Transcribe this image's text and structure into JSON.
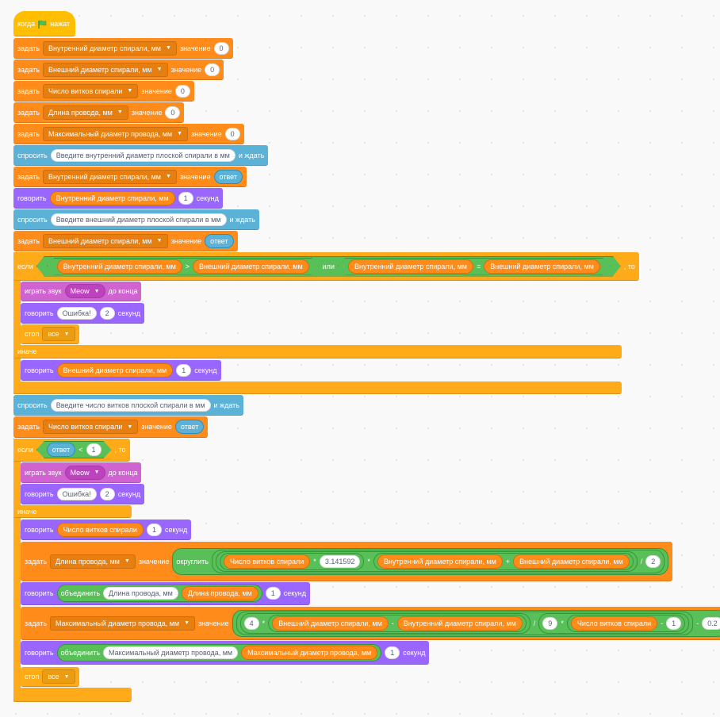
{
  "colors": {
    "events": "#ffbf00",
    "variables": "#ff8c1a",
    "sensing": "#5cb1d6",
    "looks": "#9966ff",
    "sound": "#cf63cf",
    "control": "#ffab19",
    "operators": "#59c059",
    "variables_dark": "#e67e10",
    "sound_dark": "#bd42bd",
    "control_dark": "#ec9c13"
  },
  "script": [
    {
      "cat": "events",
      "tokens": [
        {
          "t": "L",
          "v": "когда"
        },
        {
          "t": "flag",
          "icon": "green-flag-icon"
        },
        {
          "t": "L",
          "v": "нажат"
        }
      ]
    },
    {
      "cat": "variables",
      "tokens": [
        {
          "t": "L",
          "v": "задать"
        },
        {
          "t": "DD",
          "v": "Внутренний диаметр спирали, мм"
        },
        {
          "t": "L",
          "v": "значение"
        },
        {
          "t": "N",
          "v": "0"
        }
      ]
    },
    {
      "cat": "variables",
      "tokens": [
        {
          "t": "L",
          "v": "задать"
        },
        {
          "t": "DD",
          "v": "Внешний диаметр спирали, мм"
        },
        {
          "t": "L",
          "v": "значение"
        },
        {
          "t": "N",
          "v": "0"
        }
      ]
    },
    {
      "cat": "variables",
      "tokens": [
        {
          "t": "L",
          "v": "задать"
        },
        {
          "t": "DD",
          "v": "Число витков спирали"
        },
        {
          "t": "L",
          "v": "значение"
        },
        {
          "t": "N",
          "v": "0"
        }
      ]
    },
    {
      "cat": "variables",
      "tokens": [
        {
          "t": "L",
          "v": "задать"
        },
        {
          "t": "DD",
          "v": "Длина провода, мм"
        },
        {
          "t": "L",
          "v": "значение"
        },
        {
          "t": "N",
          "v": "0"
        }
      ]
    },
    {
      "cat": "variables",
      "tokens": [
        {
          "t": "L",
          "v": "задать"
        },
        {
          "t": "DD",
          "v": "Максимальный диаметр провода, мм"
        },
        {
          "t": "L",
          "v": "значение"
        },
        {
          "t": "N",
          "v": "0"
        }
      ]
    },
    {
      "cat": "sensing",
      "tokens": [
        {
          "t": "L",
          "v": "спросить"
        },
        {
          "t": "T",
          "v": "Введите внутренний диаметр плоской спирали в мм"
        },
        {
          "t": "L",
          "v": "и ждать"
        }
      ]
    },
    {
      "cat": "variables",
      "tokens": [
        {
          "t": "L",
          "v": "задать"
        },
        {
          "t": "DD",
          "v": "Внутренний диаметр спирали, мм"
        },
        {
          "t": "L",
          "v": "значение"
        },
        {
          "t": "R",
          "v": "ответ"
        }
      ]
    },
    {
      "cat": "looks",
      "tokens": [
        {
          "t": "L",
          "v": "говорить"
        },
        {
          "t": "V",
          "v": "Внутренний диаметр спирали, мм"
        },
        {
          "t": "N",
          "v": "1"
        },
        {
          "t": "L",
          "v": "секунд"
        }
      ]
    },
    {
      "cat": "sensing",
      "tokens": [
        {
          "t": "L",
          "v": "спросить"
        },
        {
          "t": "T",
          "v": "Введите внешний диаметр плоской спирали в мм"
        },
        {
          "t": "L",
          "v": "и ждать"
        }
      ]
    },
    {
      "cat": "variables",
      "tokens": [
        {
          "t": "L",
          "v": "задать"
        },
        {
          "t": "DD",
          "v": "Внешний диаметр спирали, мм"
        },
        {
          "t": "L",
          "v": "значение"
        },
        {
          "t": "R",
          "v": "ответ"
        }
      ]
    },
    {
      "cat": "control",
      "tokens": [
        {
          "t": "L",
          "v": "если"
        },
        {
          "t": "B",
          "items": [
            {
              "t": "B",
              "items": [
                {
                  "t": "V",
                  "v": "Внутренний диаметр спирали, мм"
                },
                {
                  "t": "L",
                  "v": ">"
                },
                {
                  "t": "V",
                  "v": "Внешний диаметр спирали, мм"
                }
              ]
            },
            {
              "t": "L",
              "v": "или"
            },
            {
              "t": "B",
              "items": [
                {
                  "t": "V",
                  "v": "Внутренний диаметр спирали, мм"
                },
                {
                  "t": "L",
                  "v": "="
                },
                {
                  "t": "V",
                  "v": "Внешний диаметр спирали, мм"
                }
              ]
            }
          ]
        },
        {
          "t": "L",
          "v": ", то"
        }
      ]
    },
    {
      "cat": "sound",
      "tokens": [
        {
          "t": "L",
          "v": "играть звук"
        },
        {
          "t": "SD",
          "v": "Meow"
        },
        {
          "t": "L",
          "v": "до конца"
        }
      ]
    },
    {
      "cat": "looks",
      "tokens": [
        {
          "t": "L",
          "v": "говорить"
        },
        {
          "t": "T",
          "v": "Ошибка!"
        },
        {
          "t": "N",
          "v": "2"
        },
        {
          "t": "L",
          "v": "секунд"
        }
      ]
    },
    {
      "cat": "control",
      "tokens": [
        {
          "t": "L",
          "v": "стоп"
        },
        {
          "t": "CD",
          "v": "все"
        }
      ]
    },
    {
      "cat": "control",
      "tokens": [
        {
          "t": "L",
          "v": "иначе"
        }
      ]
    },
    {
      "cat": "looks",
      "tokens": [
        {
          "t": "L",
          "v": "говорить"
        },
        {
          "t": "V",
          "v": "Внешний диаметр спирали, мм"
        },
        {
          "t": "N",
          "v": "1"
        },
        {
          "t": "L",
          "v": "секунд"
        }
      ]
    },
    {
      "cat": "control",
      "tokens": []
    },
    {
      "cat": "sensing",
      "tokens": [
        {
          "t": "L",
          "v": "спросить"
        },
        {
          "t": "T",
          "v": "Введите число витков плоской спирали в мм"
        },
        {
          "t": "L",
          "v": "и ждать"
        }
      ]
    },
    {
      "cat": "variables",
      "tokens": [
        {
          "t": "L",
          "v": "задать"
        },
        {
          "t": "DD",
          "v": "Число витков спирали"
        },
        {
          "t": "L",
          "v": "значение"
        },
        {
          "t": "R",
          "v": "ответ"
        }
      ]
    },
    {
      "cat": "control",
      "tokens": [
        {
          "t": "L",
          "v": "если"
        },
        {
          "t": "B",
          "items": [
            {
              "t": "R",
              "v": "ответ"
            },
            {
              "t": "L",
              "v": "<"
            },
            {
              "t": "N",
              "v": "1"
            }
          ]
        },
        {
          "t": "L",
          "v": ", то"
        }
      ]
    },
    {
      "cat": "sound",
      "tokens": [
        {
          "t": "L",
          "v": "играть звук"
        },
        {
          "t": "SD",
          "v": "Meow"
        },
        {
          "t": "L",
          "v": "до конца"
        }
      ]
    },
    {
      "cat": "looks",
      "tokens": [
        {
          "t": "L",
          "v": "говорить"
        },
        {
          "t": "T",
          "v": "Ошибка!"
        },
        {
          "t": "N",
          "v": "2"
        },
        {
          "t": "L",
          "v": "секунд"
        }
      ]
    },
    {
      "cat": "control",
      "tokens": [
        {
          "t": "L",
          "v": "иначе"
        }
      ]
    },
    {
      "cat": "looks",
      "tokens": [
        {
          "t": "L",
          "v": "говорить"
        },
        {
          "t": "V",
          "v": "Число витков спирали"
        },
        {
          "t": "N",
          "v": "1"
        },
        {
          "t": "L",
          "v": "секунд"
        }
      ]
    },
    {
      "cat": "variables",
      "tokens": [
        {
          "t": "L",
          "v": "задать"
        },
        {
          "t": "DD",
          "v": "Длина провода, мм"
        },
        {
          "t": "L",
          "v": "значение"
        },
        {
          "t": "O",
          "items": [
            {
              "t": "L",
              "v": "округлить"
            },
            {
              "t": "O",
              "items": [
                {
                  "t": "O",
                  "items": [
                    {
                      "t": "O",
                      "items": [
                        {
                          "t": "V",
                          "v": "Число витков спирали"
                        },
                        {
                          "t": "L",
                          "v": "*"
                        },
                        {
                          "t": "N",
                          "v": "3.141592"
                        }
                      ]
                    },
                    {
                      "t": "L",
                      "v": "*"
                    },
                    {
                      "t": "O",
                      "items": [
                        {
                          "t": "V",
                          "v": "Внутренний диаметр спирали, мм"
                        },
                        {
                          "t": "L",
                          "v": "+"
                        },
                        {
                          "t": "V",
                          "v": "Внешний диаметр спирали, мм"
                        }
                      ]
                    }
                  ]
                },
                {
                  "t": "L",
                  "v": "/"
                },
                {
                  "t": "N",
                  "v": "2"
                }
              ]
            }
          ]
        }
      ]
    },
    {
      "cat": "looks",
      "tokens": [
        {
          "t": "L",
          "v": "говорить"
        },
        {
          "t": "O",
          "items": [
            {
              "t": "L",
              "v": "объединить"
            },
            {
              "t": "T",
              "v": "Длина провода, мм"
            },
            {
              "t": "V",
              "v": "Длина провода, мм"
            }
          ]
        },
        {
          "t": "N",
          "v": "1"
        },
        {
          "t": "L",
          "v": "секунд"
        }
      ]
    },
    {
      "cat": "variables",
      "tokens": [
        {
          "t": "L",
          "v": "задать"
        },
        {
          "t": "DD",
          "v": "Максимальный диаметр провода, мм"
        },
        {
          "t": "L",
          "v": "значение"
        },
        {
          "t": "O",
          "items": [
            {
              "t": "O",
              "items": [
                {
                  "t": "O",
                  "items": [
                    {
                      "t": "N",
                      "v": "4"
                    },
                    {
                      "t": "L",
                      "v": "*"
                    },
                    {
                      "t": "O",
                      "items": [
                        {
                          "t": "V",
                          "v": "Внешний диаметр спирали, мм"
                        },
                        {
                          "t": "L",
                          "v": "-"
                        },
                        {
                          "t": "V",
                          "v": "Внутренний диаметр спирали, мм"
                        }
                      ]
                    }
                  ]
                },
                {
                  "t": "L",
                  "v": "/"
                },
                {
                  "t": "O",
                  "items": [
                    {
                      "t": "N",
                      "v": "9"
                    },
                    {
                      "t": "L",
                      "v": "*"
                    },
                    {
                      "t": "O",
                      "items": [
                        {
                          "t": "V",
                          "v": "Число витков спирали"
                        },
                        {
                          "t": "L",
                          "v": "-"
                        },
                        {
                          "t": "N",
                          "v": "1"
                        }
                      ]
                    }
                  ]
                }
              ]
            },
            {
              "t": "L",
              "v": "-"
            },
            {
              "t": "N",
              "v": "0.2"
            }
          ]
        }
      ]
    },
    {
      "cat": "looks",
      "tokens": [
        {
          "t": "L",
          "v": "говорить"
        },
        {
          "t": "O",
          "items": [
            {
              "t": "L",
              "v": "объединить"
            },
            {
              "t": "T",
              "v": "Максимальный диаметр провода, мм"
            },
            {
              "t": "V",
              "v": "Максимальный диаметр провода, мм"
            }
          ]
        },
        {
          "t": "N",
          "v": "1"
        },
        {
          "t": "L",
          "v": "секунд"
        }
      ]
    },
    {
      "cat": "control",
      "tokens": [
        {
          "t": "L",
          "v": "стоп"
        },
        {
          "t": "CD",
          "v": "все"
        }
      ]
    },
    {
      "cat": "control",
      "tokens": []
    }
  ]
}
